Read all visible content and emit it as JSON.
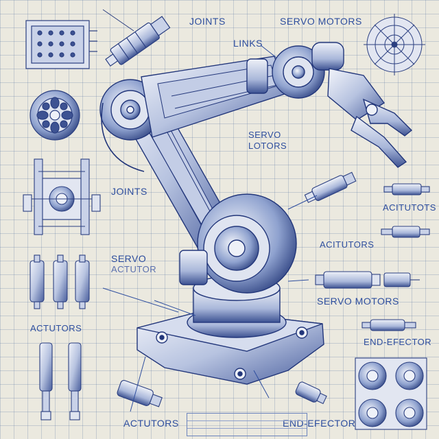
{
  "labels": {
    "joints_top": "JOINTS",
    "servo_motors_top": "SERVO MOTORS",
    "links": "LINKS",
    "servo_lotors_1": "SERVO",
    "servo_lotors_2": "LOTORS",
    "joints_left": "JOINTS",
    "acitutots": "ACITUTOTS",
    "acitutors_mid": "ACITUTORS",
    "servo_left_1": "SERVO",
    "servo_left_2": "ACTUTOR",
    "servo_motors_right": "SERVO MOTORS",
    "actutors_left": "ACTUTORS",
    "end_efector_right": "END-EFECTOR",
    "actutors_bottom": "ACTUTORS",
    "end_efector_bottom": "END-EFECTOR"
  },
  "colors": {
    "paper": "#ebe9df",
    "grid": "#3c5a96",
    "ink": "#2e4e9e",
    "metal_light": "#dfe5f2",
    "metal_mid": "#9fb0d6",
    "metal_dark": "#2b3f80"
  }
}
